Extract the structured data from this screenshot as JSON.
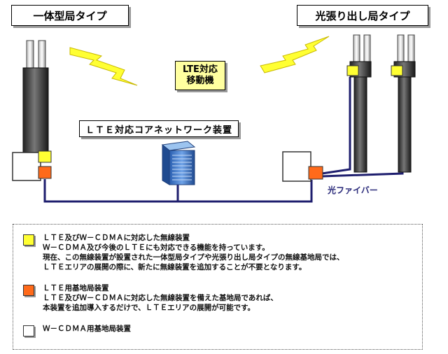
{
  "titles": {
    "left": "一体型局タイプ",
    "right": "光張り出し局タイプ"
  },
  "mobile": {
    "line1": "LTE対応",
    "line2": "移動機"
  },
  "core_network": "ＬＴＥ対応コアネットワーク装置",
  "fiber_label": "光ファイバー",
  "colors": {
    "yellow": "#ffff33",
    "orange": "#ff6a1a",
    "white": "#ffffff",
    "cable": "#1e1e6e"
  },
  "legend": [
    {
      "swatch": "yellow",
      "lines": [
        "ＬＴＥ及びＷ－ＣＤＭＡに対応した無線装置",
        "Ｗ－ＣＤＭＡ及び今後のＬＴＥにも対応できる機能を持っています。",
        "現在、この無線装置が設置された一体型局タイプや光張り出し局タイプの無線基地局では、",
        "ＬＴＥエリアの展開の際に、新たに無線装置を追加することが不要となります。"
      ]
    },
    {
      "swatch": "orange",
      "lines": [
        "ＬＴＥ用基地局装置",
        "ＬＴＥ及びＷ－ＣＤＭＡに対応した無線装置を備えた基地局であれば、",
        "本装置を追加導入するだけで、ＬＴＥエリアの展開が可能です。"
      ]
    },
    {
      "swatch": "white",
      "lines": [
        "Ｗ－ＣＤＭＡ用基地局装置"
      ]
    }
  ]
}
